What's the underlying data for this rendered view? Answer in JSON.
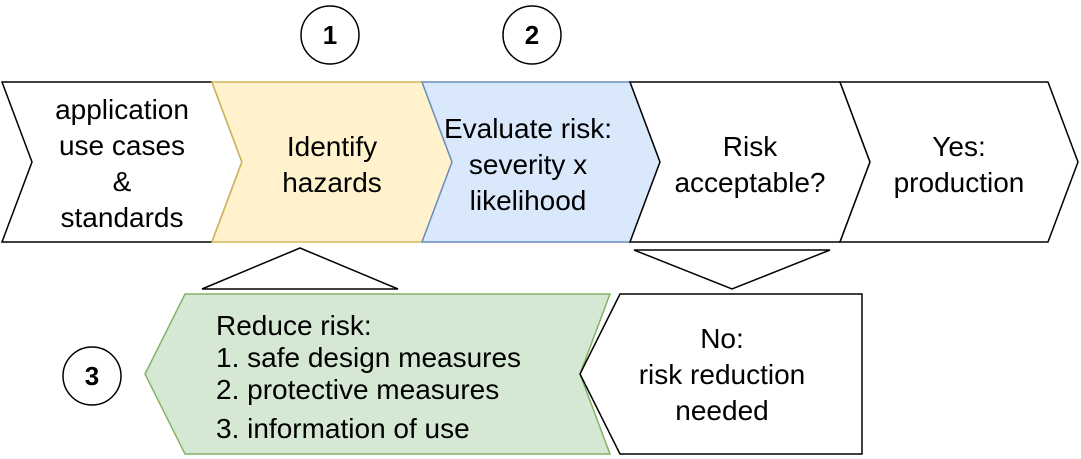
{
  "colors": {
    "stroke_default": "#000000",
    "identify_fill": "#fff2cc",
    "identify_stroke": "#d6b656",
    "evaluate_fill": "#dae8fc",
    "evaluate_stroke": "#6c8ebf",
    "reduce_fill": "#d5e8d4",
    "reduce_stroke": "#82b366"
  },
  "markers": [
    {
      "id": "m1",
      "label": "1"
    },
    {
      "id": "m2",
      "label": "2"
    },
    {
      "id": "m3",
      "label": "3"
    }
  ],
  "steps": {
    "application": {
      "lines": [
        "application",
        "use cases",
        "&",
        "standards"
      ]
    },
    "identify": {
      "lines": [
        "Identify",
        "hazards"
      ]
    },
    "evaluate": {
      "lines": [
        "Evaluate risk:",
        "severity x",
        "likelihood"
      ]
    },
    "acceptable": {
      "lines": [
        "Risk",
        "acceptable?"
      ]
    },
    "production": {
      "lines": [
        "Yes:",
        "production"
      ]
    },
    "reduce": {
      "lines": [
        "Reduce risk:",
        "1. safe design measures",
        "2. protective measures",
        "3. information of use"
      ]
    },
    "reduction_needed": {
      "lines": [
        "No:",
        "risk reduction",
        "needed"
      ]
    }
  }
}
